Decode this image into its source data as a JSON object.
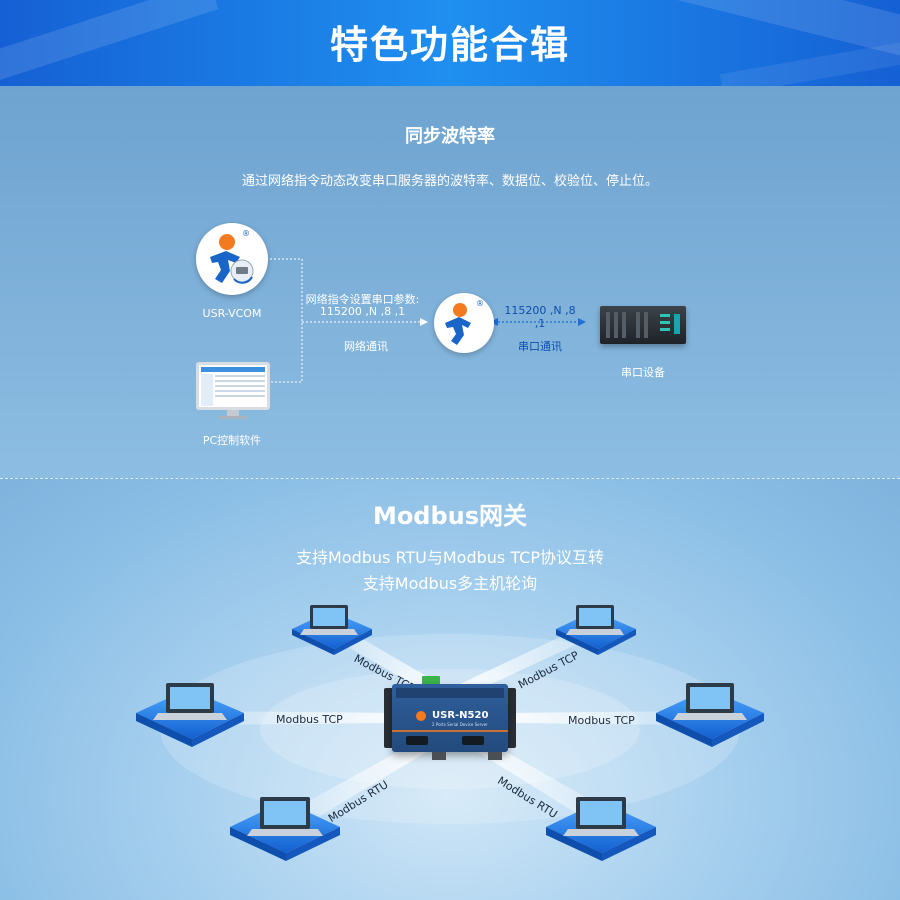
{
  "header": {
    "title": "特色功能合辑"
  },
  "baud_section": {
    "title": "同步波特率",
    "description": "通过网络指令动态改变串口服务器的波特率、数据位、校验位、停止位。",
    "vcom_label": "USR-VCOM",
    "pc_label": "PC控制软件",
    "network_cmd_line1": "网络指令设置串口参数:",
    "network_cmd_line2": "115200 ,N ,8 ,1",
    "network_comm_label": "网络通讯",
    "serial_params": "115200 ,N ,8 ,1",
    "serial_comm_label": "串口通讯",
    "serial_device_label": "串口设备",
    "registered_mark": "®"
  },
  "modbus_section": {
    "title": "Modbus网关",
    "line1": "支持Modbus RTU与Modbus TCP协议互转",
    "line2": "支持Modbus多主机轮询",
    "device_name": "USR-N520",
    "device_subtitle": "2 Ports Serial Device Server",
    "links": {
      "top_left": "Modbus TCP",
      "top_right": "Modbus TCP",
      "mid_left": "Modbus TCP",
      "mid_right": "Modbus TCP",
      "bottom_left": "Modbus RTU",
      "bottom_right": "Modbus RTU"
    }
  },
  "colors": {
    "banner": "#1f8ff0",
    "accent_blue": "#1e6fd9",
    "logo_orange": "#f47a20",
    "logo_blue": "#1a66c8",
    "device_panel": "#2a5590"
  }
}
